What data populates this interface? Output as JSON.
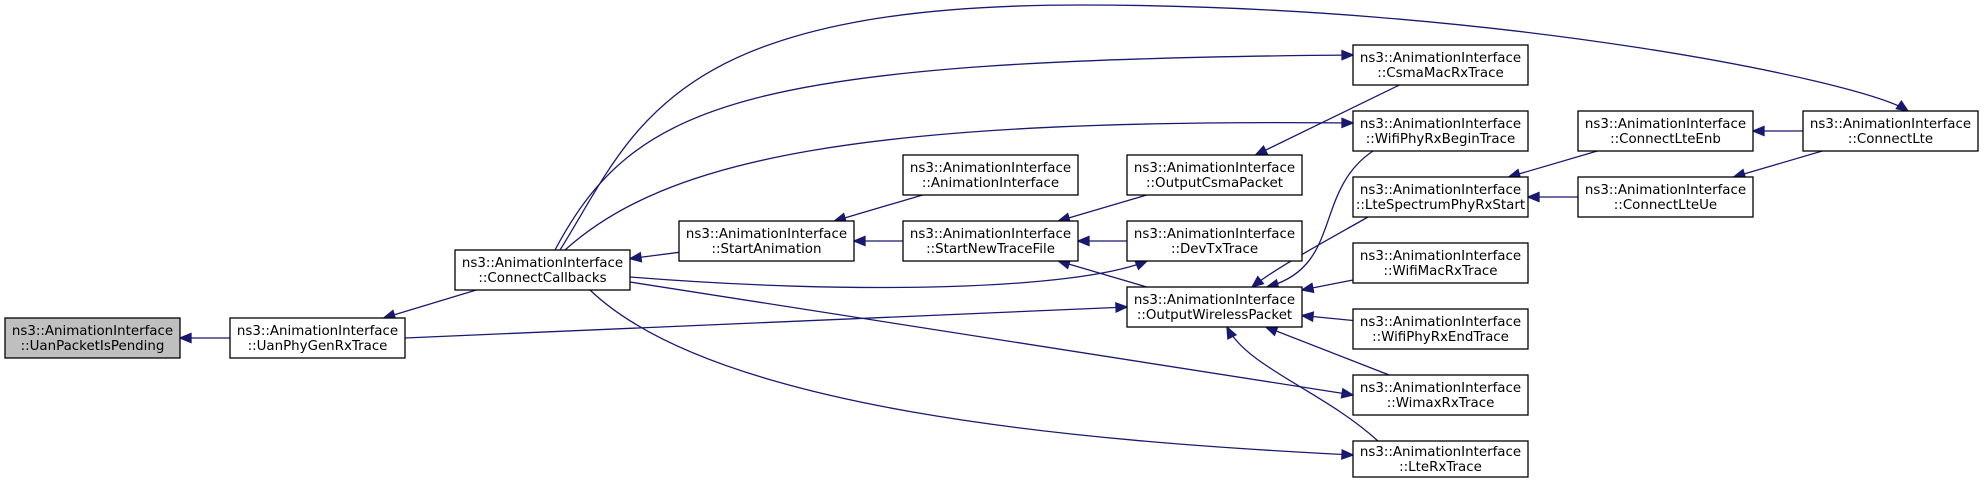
{
  "diagram": {
    "nodes": [
      {
        "id": "uanpending",
        "line1": "ns3::AnimationInterface",
        "line2": "::UanPacketIsPending",
        "root": true
      },
      {
        "id": "uanphy",
        "line1": "ns3::AnimationInterface",
        "line2": "::UanPhyGenRxTrace"
      },
      {
        "id": "connectcb",
        "line1": "ns3::AnimationInterface",
        "line2": "::ConnectCallbacks"
      },
      {
        "id": "startanim",
        "line1": "ns3::AnimationInterface",
        "line2": "::StartAnimation"
      },
      {
        "id": "animiface",
        "line1": "ns3::AnimationInterface",
        "line2": "::AnimationInterface"
      },
      {
        "id": "startnew",
        "line1": "ns3::AnimationInterface",
        "line2": "::StartNewTraceFile"
      },
      {
        "id": "outcsma",
        "line1": "ns3::AnimationInterface",
        "line2": "::OutputCsmaPacket"
      },
      {
        "id": "devtx",
        "line1": "ns3::AnimationInterface",
        "line2": "::DevTxTrace"
      },
      {
        "id": "outwireless",
        "line1": "ns3::AnimationInterface",
        "line2": "::OutputWirelessPacket"
      },
      {
        "id": "csmamac",
        "line1": "ns3::AnimationInterface",
        "line2": "::CsmaMacRxTrace"
      },
      {
        "id": "wifiphybegin",
        "line1": "ns3::AnimationInterface",
        "line2": "::WifiPhyRxBeginTrace"
      },
      {
        "id": "ltespec",
        "line1": "ns3::AnimationInterface",
        "line2": "::LteSpectrumPhyRxStart"
      },
      {
        "id": "wifimac",
        "line1": "ns3::AnimationInterface",
        "line2": "::WifiMacRxTrace"
      },
      {
        "id": "wifiphyend",
        "line1": "ns3::AnimationInterface",
        "line2": "::WifiPhyRxEndTrace"
      },
      {
        "id": "wimax",
        "line1": "ns3::AnimationInterface",
        "line2": "::WimaxRxTrace"
      },
      {
        "id": "lterx",
        "line1": "ns3::AnimationInterface",
        "line2": "::LteRxTrace"
      },
      {
        "id": "connectlteenb",
        "line1": "ns3::AnimationInterface",
        "line2": "::ConnectLteEnb"
      },
      {
        "id": "connectlteue",
        "line1": "ns3::AnimationInterface",
        "line2": "::ConnectLteUe"
      },
      {
        "id": "connectlte",
        "line1": "ns3::AnimationInterface",
        "line2": "::ConnectLte"
      }
    ],
    "edges": [
      {
        "from": "uanphy",
        "to": "uanpending"
      },
      {
        "from": "connectcb",
        "to": "uanphy"
      },
      {
        "from": "startanim",
        "to": "connectcb"
      },
      {
        "from": "animiface",
        "to": "startanim"
      },
      {
        "from": "startnew",
        "to": "startanim"
      },
      {
        "from": "outcsma",
        "to": "startnew"
      },
      {
        "from": "devtx",
        "to": "startnew"
      },
      {
        "from": "outwireless",
        "to": "startnew"
      },
      {
        "from": "connectcb",
        "to": "csmamac"
      },
      {
        "from": "connectcb",
        "to": "wifiphybegin"
      },
      {
        "from": "connectcb",
        "to": "devtx"
      },
      {
        "from": "connectcb",
        "to": "wimax"
      },
      {
        "from": "connectcb",
        "to": "lterx"
      },
      {
        "from": "connectcb",
        "to": "connectlte"
      },
      {
        "from": "uanphy",
        "to": "outwireless"
      },
      {
        "from": "csmamac",
        "to": "outcsma"
      },
      {
        "from": "wifiphybegin",
        "to": "outwireless"
      },
      {
        "from": "ltespec",
        "to": "outwireless"
      },
      {
        "from": "wifimac",
        "to": "outwireless"
      },
      {
        "from": "wifiphyend",
        "to": "outwireless"
      },
      {
        "from": "wimax",
        "to": "outwireless"
      },
      {
        "from": "lterx",
        "to": "outwireless"
      },
      {
        "from": "connectlteenb",
        "to": "ltespec"
      },
      {
        "from": "connectlteue",
        "to": "ltespec"
      },
      {
        "from": "connectlte",
        "to": "connectlteenb"
      },
      {
        "from": "connectlte",
        "to": "connectlteue"
      }
    ]
  }
}
